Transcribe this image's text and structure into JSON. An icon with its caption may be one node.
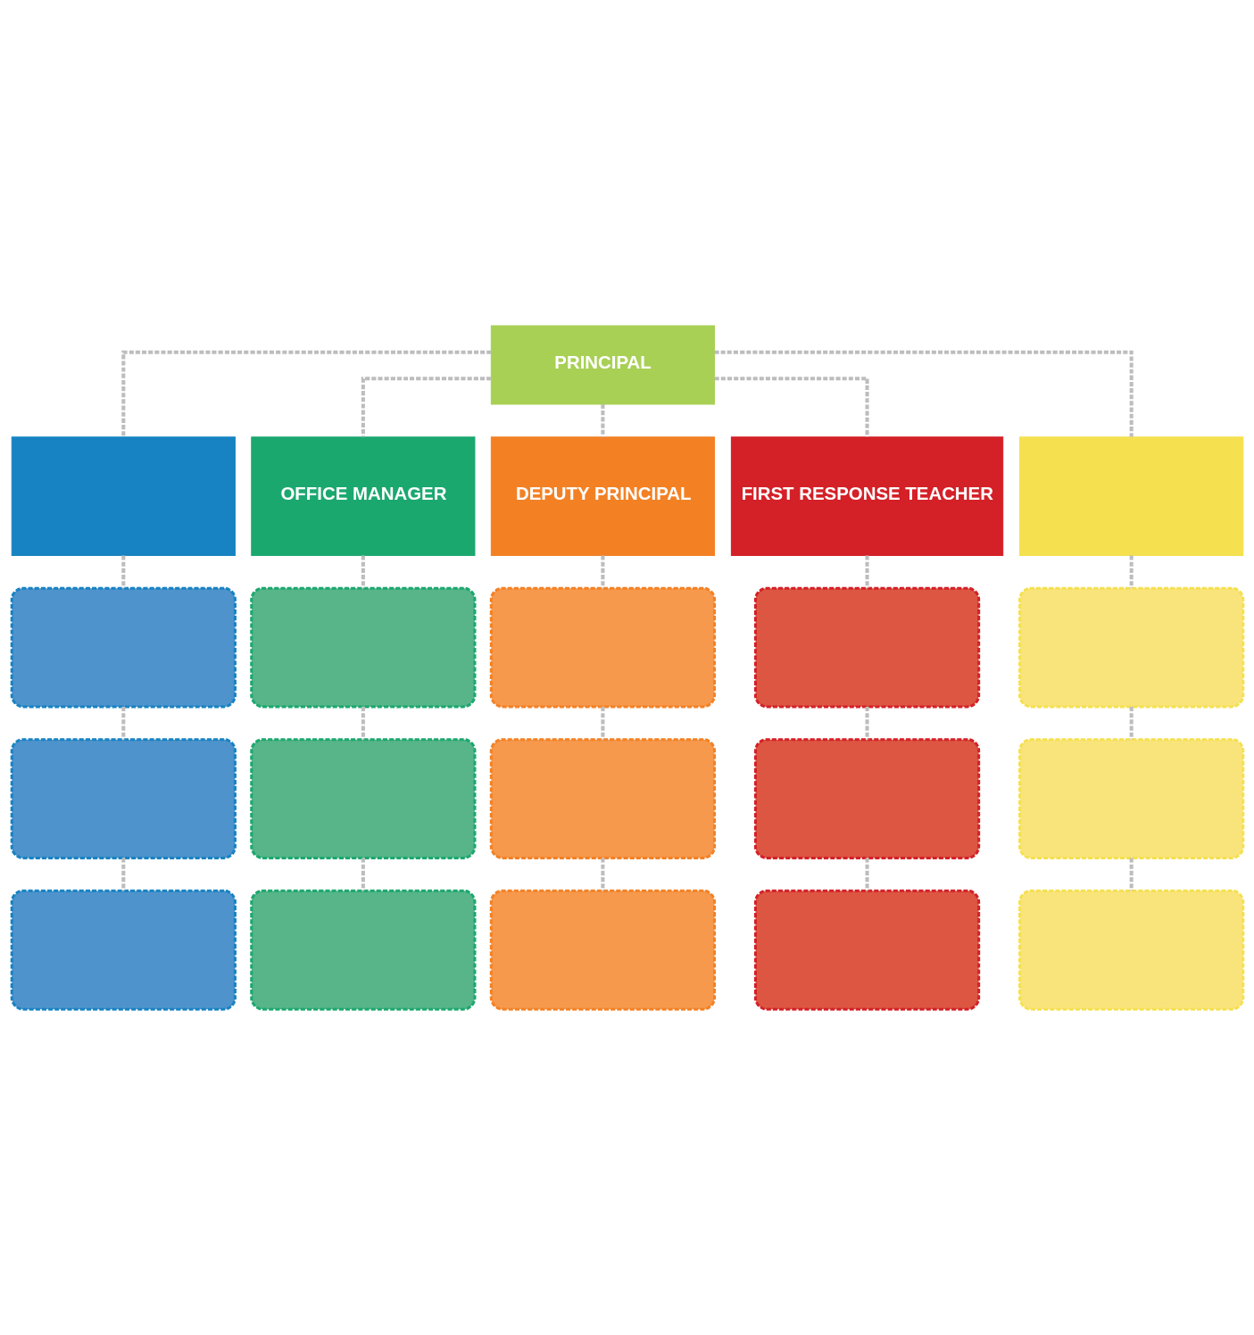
{
  "diagram": {
    "nodes": [
      {
        "text": [
          "PRINCIPAL"
        ]
      },
      {
        "text": [],
        "shape": "box"
      },
      {
        "text": [
          "OFFICE MANAGER"
        ]
      },
      {
        "text": [
          "DEPUTY PRINCIPAL"
        ]
      },
      {
        "text": [
          "FIRST RESPONSE TEACHER"
        ]
      },
      {
        "text": [],
        "shape": "box"
      },
      {
        "text": [],
        "shape": "box"
      },
      {
        "text": [],
        "shape": "box"
      },
      {
        "text": [],
        "shape": "box"
      },
      {
        "text": [],
        "shape": "box"
      },
      {
        "text": [],
        "shape": "box"
      },
      {
        "text": [],
        "shape": "box"
      },
      {
        "text": [],
        "shape": "box"
      },
      {
        "text": [],
        "shape": "box"
      },
      {
        "text": [],
        "shape": "box"
      },
      {
        "text": [],
        "shape": "box"
      },
      {
        "text": [],
        "shape": "box"
      },
      {
        "text": [],
        "shape": "box"
      },
      {
        "text": [],
        "shape": "box"
      },
      {
        "text": [],
        "shape": "box"
      },
      {
        "text": [],
        "shape": "box"
      }
    ],
    "edges": [
      {
        "from": 0,
        "to": 1,
        "arrow": "none",
        "style": "dashed"
      },
      {
        "from": 0,
        "to": 2,
        "arrow": "none",
        "style": "dashed"
      },
      {
        "from": 0,
        "to": 3,
        "arrow": "none",
        "style": "dashed"
      },
      {
        "from": 0,
        "to": 4,
        "arrow": "none",
        "style": "dashed"
      },
      {
        "from": 0,
        "to": 5,
        "arrow": "none",
        "style": "dashed"
      },
      {
        "from": 1,
        "to": 6,
        "arrow": "none",
        "style": "dashed"
      },
      {
        "from": 2,
        "to": 7,
        "arrow": "none",
        "style": "dashed"
      },
      {
        "from": 3,
        "to": 8,
        "arrow": "none",
        "style": "dashed"
      },
      {
        "from": 4,
        "to": 9,
        "arrow": "none",
        "style": "dashed"
      },
      {
        "from": 5,
        "to": 10,
        "arrow": "none",
        "style": "dashed"
      },
      {
        "from": 6,
        "to": 11,
        "arrow": "none",
        "style": "dashed"
      },
      {
        "from": 7,
        "to": 12,
        "arrow": "none",
        "style": "dashed"
      },
      {
        "from": 8,
        "to": 13,
        "arrow": "none",
        "style": "dashed"
      },
      {
        "from": 9,
        "to": 14,
        "arrow": "none",
        "style": "dashed"
      },
      {
        "from": 10,
        "to": 15,
        "arrow": "none",
        "style": "dashed"
      },
      {
        "from": 11,
        "to": 16,
        "arrow": "none",
        "style": "dashed"
      },
      {
        "from": 12,
        "to": 17,
        "arrow": "none",
        "style": "dashed"
      },
      {
        "from": 13,
        "to": 18,
        "arrow": "none",
        "style": "dashed"
      },
      {
        "from": 14,
        "to": 19,
        "arrow": "none",
        "style": "dashed"
      },
      {
        "from": 15,
        "to": 20,
        "arrow": "none",
        "style": "dashed"
      }
    ]
  }
}
